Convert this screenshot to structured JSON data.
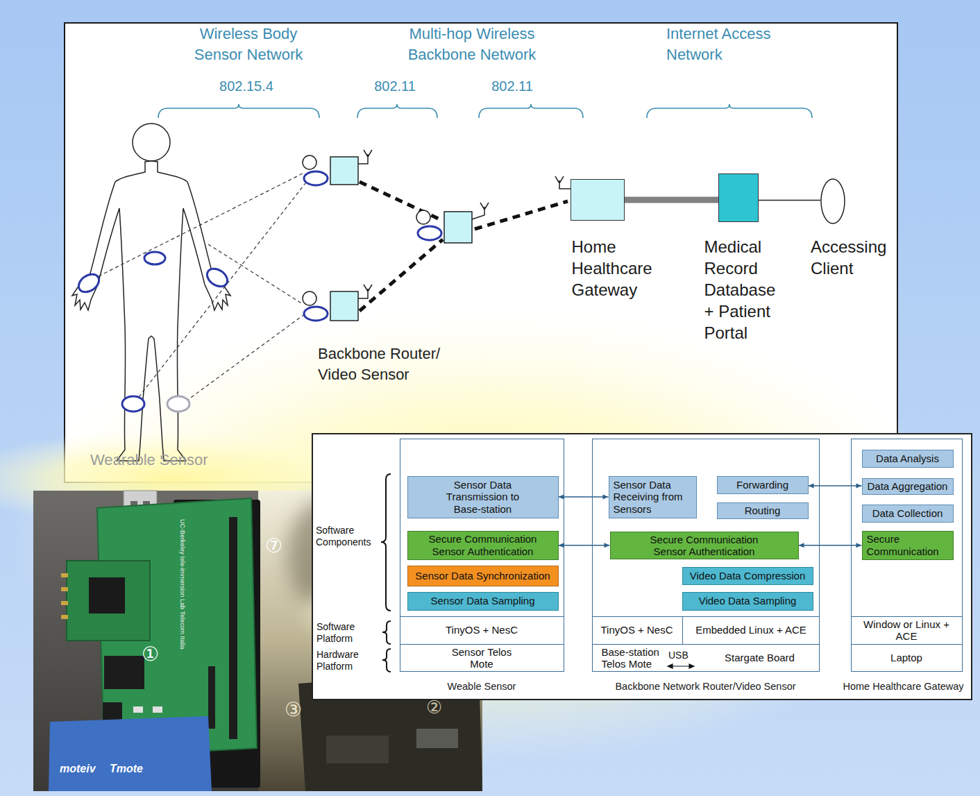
{
  "diagram": {
    "nodes": [
      {
        "text": [
          "Home Healthcare Gateway"
        ]
      },
      {
        "text": [
          "Medical Record Database + Patient Portal"
        ]
      },
      {
        "text": [
          "Accessing Client"
        ]
      },
      {
        "text": [
          "Weable Sensor"
        ]
      },
      {
        "text": [
          "Sensor Data Transmission to Base-station"
        ],
        "in": 3
      },
      {
        "text": [
          "Secure Communication Sensor Authentication"
        ],
        "in": 3
      },
      {
        "text": [
          "Sensor Data Synchronization"
        ],
        "in": 3
      },
      {
        "text": [
          "Sensor Data Sampling"
        ],
        "in": 3
      },
      {
        "text": [
          "TinyOS + NesC"
        ],
        "in": 3
      },
      {
        "text": [
          "Sensor Telos Mote"
        ],
        "in": 3
      },
      {
        "text": [
          "Backbone Network Router/Video Sensor"
        ]
      },
      {
        "text": [
          "Sensor Data Receiving from Sensors"
        ],
        "in": 10
      },
      {
        "text": [
          "Forwarding"
        ],
        "in": 10
      },
      {
        "text": [
          "Routing"
        ],
        "in": 10
      },
      {
        "text": [
          "Secure Communication Sensor Authentication"
        ],
        "in": 10
      },
      {
        "text": [
          "Video Data Compression"
        ],
        "in": 10
      },
      {
        "text": [
          "Video Data Sampling"
        ],
        "in": 10
      },
      {
        "text": [
          "TinyOS + NesC"
        ],
        "in": 10
      },
      {
        "text": [
          "Embedded Linux + ACE"
        ],
        "in": 10
      },
      {
        "text": [
          "Base-station Telos Mote"
        ],
        "in": 10
      },
      {
        "text": [
          "Stargate Board"
        ],
        "in": 10
      },
      {
        "text": [
          "Home Healthcare Gateway"
        ]
      },
      {
        "text": [
          "Data Analysis"
        ],
        "in": 21
      },
      {
        "text": [
          "Data Aggregation"
        ],
        "in": 21
      },
      {
        "text": [
          "Data Collection"
        ],
        "in": 21
      },
      {
        "text": [
          "Secure Communication"
        ],
        "in": 21
      },
      {
        "text": [
          "Window or Linux + ACE"
        ],
        "in": 21
      },
      {
        "text": [
          "Laptop"
        ],
        "in": 21
      }
    ],
    "edges": [
      {
        "from": 0,
        "to": 1,
        "arrow": "none"
      },
      {
        "from": 1,
        "to": 2,
        "arrow": "none"
      },
      {
        "from": 4,
        "to": 11,
        "arrow": "both"
      },
      {
        "from": 5,
        "to": 14,
        "arrow": "both"
      },
      {
        "from": 12,
        "to": 23,
        "arrow": "both"
      },
      {
        "from": 14,
        "to": 25,
        "arrow": "both"
      }
    ],
    "labels": [
      "Wireless Body Sensor Network",
      "Multi-hop Wireless Backbone Network",
      "Internet Access Network",
      "802.15.4",
      "802.11",
      "802.11",
      "Backbone Router/ Video Sensor",
      "Wearable Sensor",
      "Software Components",
      "Software Platform",
      "Hardware Platform",
      "USB",
      "⑦",
      "①",
      "③",
      "②",
      "UC-Berkeley tele-immersion Lab Telecom Italia",
      "moteiv",
      "Tmote"
    ]
  }
}
